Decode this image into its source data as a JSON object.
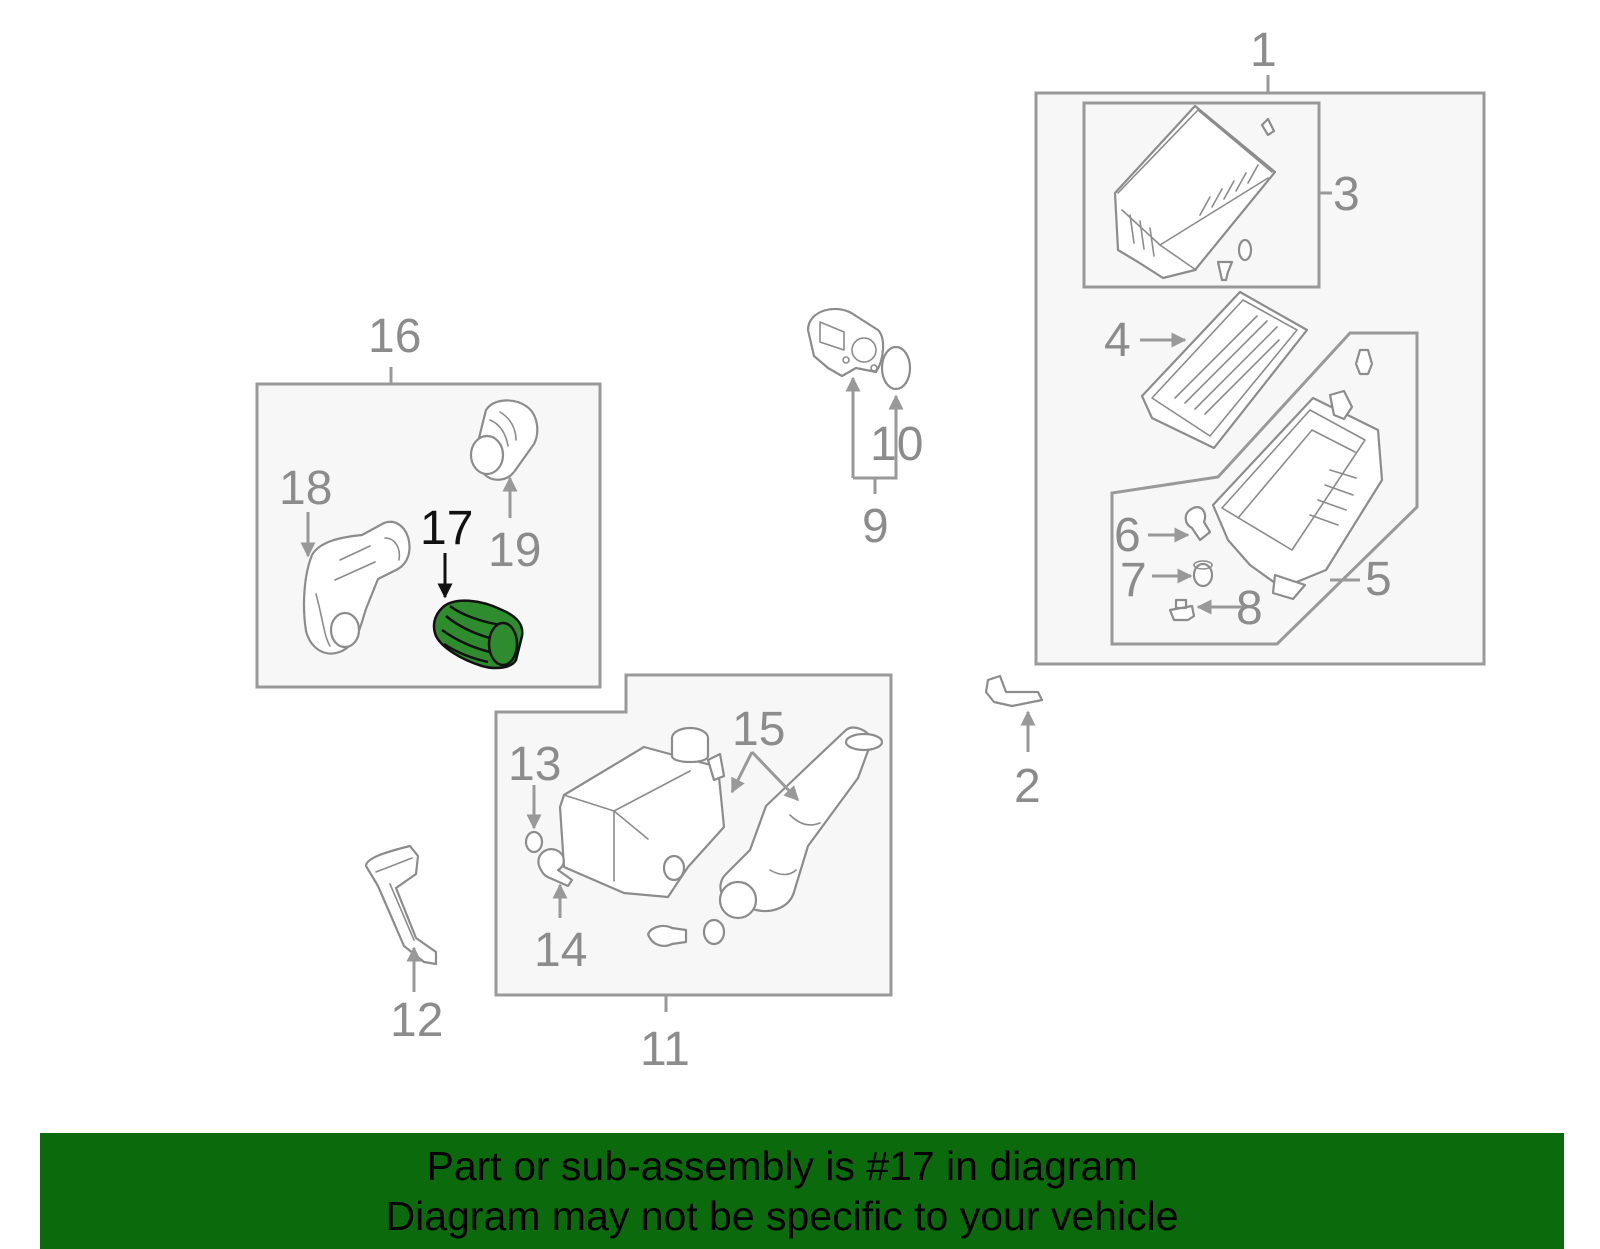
{
  "diagram": {
    "highlight_color": "#2e8b2e",
    "callouts": {
      "c1": "1",
      "c2": "2",
      "c3": "3",
      "c4": "4",
      "c5": "5",
      "c6": "6",
      "c7": "7",
      "c8": "8",
      "c9": "9",
      "c10": "10",
      "c11": "11",
      "c12": "12",
      "c13": "13",
      "c14": "14",
      "c15": "15",
      "c16": "16",
      "c17": "17",
      "c18": "18",
      "c19": "19"
    },
    "highlighted_part": "17"
  },
  "banner": {
    "line1": "Part or sub-assembly is #17 in diagram",
    "line2": "Diagram may not be specific to your vehicle",
    "background": "#0b6a0b"
  }
}
